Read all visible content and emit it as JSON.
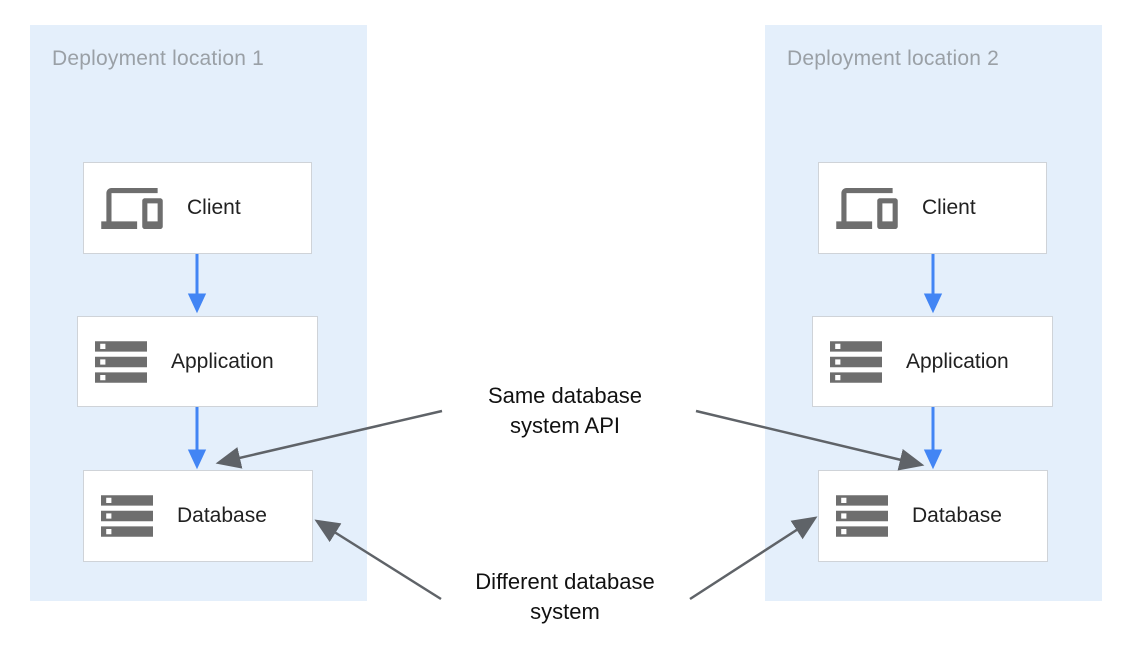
{
  "colors": {
    "panel_bg": "#e4effb",
    "box_bg": "#ffffff",
    "box_border": "#cfd3d8",
    "icon_gray": "#6e6e6e",
    "flow_arrow_blue": "#4285f4",
    "annotation_arrow_gray": "#5f6368",
    "panel_title_gray": "#9aa0a6",
    "box_label_color": "#212121",
    "annotation_text_color": "#111111"
  },
  "panels": [
    {
      "title": "Deployment location 1",
      "nodes": [
        {
          "label": "Client",
          "icon": "devices-icon"
        },
        {
          "label": "Application",
          "icon": "server-stack-icon"
        },
        {
          "label": "Database",
          "icon": "server-stack-icon"
        }
      ]
    },
    {
      "title": "Deployment location 2",
      "nodes": [
        {
          "label": "Client",
          "icon": "devices-icon"
        },
        {
          "label": "Application",
          "icon": "server-stack-icon"
        },
        {
          "label": "Database",
          "icon": "server-stack-icon"
        }
      ]
    }
  ],
  "annotations": [
    {
      "lines": [
        "Same database",
        "system API"
      ]
    },
    {
      "lines": [
        "Different database",
        "system"
      ]
    }
  ]
}
